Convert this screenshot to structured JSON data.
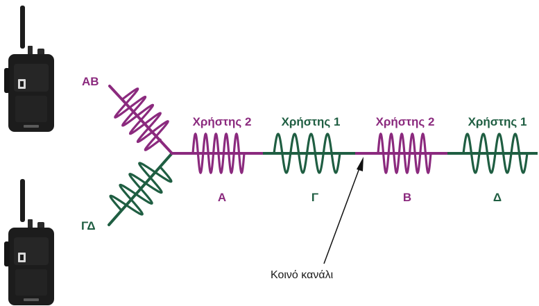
{
  "colors": {
    "purple": "#8b2a7e",
    "green": "#1f5e42",
    "radio_body": "#1c1c1c",
    "arrow": "#111111"
  },
  "icons": {
    "radio_top": "walkie-talkie-icon",
    "radio_bottom": "walkie-talkie-icon"
  },
  "diagram": {
    "labels": {
      "ab": "ΑΒ",
      "gd": "ΓΔ"
    },
    "segments": [
      {
        "user": "Χρήστης 2",
        "letter": "Α",
        "color": "purple"
      },
      {
        "user": "Χρήστης 1",
        "letter": "Γ",
        "color": "green"
      },
      {
        "user": "Χρήστης 2",
        "letter": "Β",
        "color": "purple"
      },
      {
        "user": "Χρήστης 1",
        "letter": "Δ",
        "color": "green"
      }
    ],
    "annotation": "Κοινό κανάλι"
  }
}
